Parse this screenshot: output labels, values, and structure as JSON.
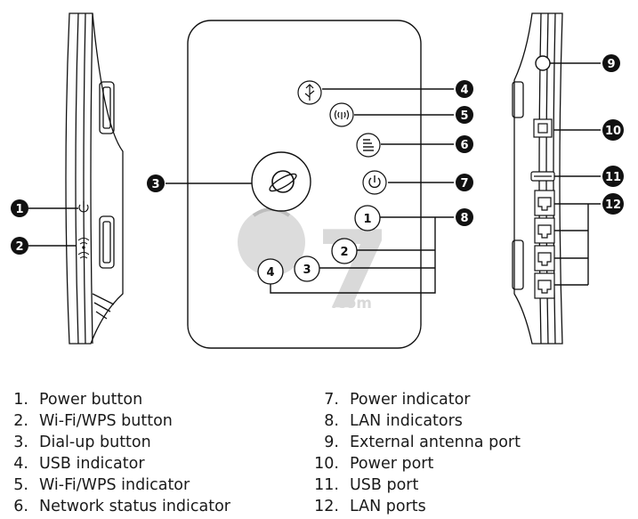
{
  "callouts": [
    "1",
    "2",
    "3",
    "4",
    "5",
    "6",
    "7",
    "8",
    "9",
    "10",
    "11",
    "12"
  ],
  "leds": [
    "1",
    "2",
    "3",
    "4"
  ],
  "watermark": {
    "brand": "7",
    "domain": ".com"
  },
  "legend": [
    {
      "num": "1.",
      "label": "Power button"
    },
    {
      "num": "2.",
      "label": "Wi-Fi/WPS button"
    },
    {
      "num": "3.",
      "label": "Dial-up button"
    },
    {
      "num": "4.",
      "label": "USB indicator"
    },
    {
      "num": "5.",
      "label": "Wi-Fi/WPS indicator"
    },
    {
      "num": "6.",
      "label": "Network status indicator"
    },
    {
      "num": "7.",
      "label": "Power indicator"
    },
    {
      "num": "8.",
      "label": "LAN indicators"
    },
    {
      "num": "9.",
      "label": "External antenna port"
    },
    {
      "num": "10.",
      "label": "Power port"
    },
    {
      "num": "11.",
      "label": "USB port"
    },
    {
      "num": "12.",
      "label": "LAN ports"
    }
  ]
}
